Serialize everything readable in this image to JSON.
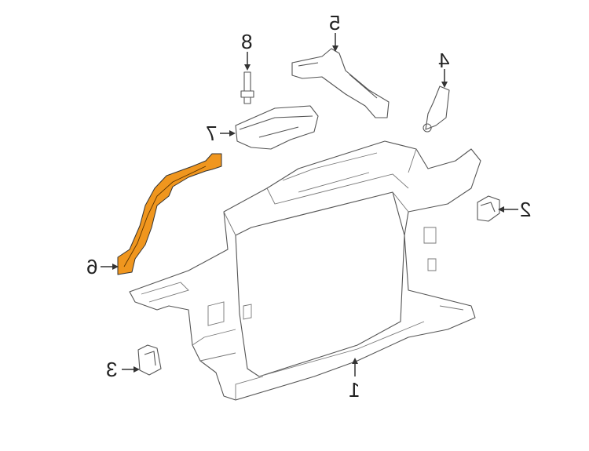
{
  "diagram": {
    "highlight_color": "#F0961E",
    "callouts": [
      {
        "id": "1",
        "label": "1"
      },
      {
        "id": "2",
        "label": "2"
      },
      {
        "id": "3",
        "label": "3"
      },
      {
        "id": "4",
        "label": "4"
      },
      {
        "id": "5",
        "label": "5"
      },
      {
        "id": "6",
        "label": "6"
      },
      {
        "id": "7",
        "label": "7"
      },
      {
        "id": "8",
        "label": "8"
      }
    ]
  }
}
